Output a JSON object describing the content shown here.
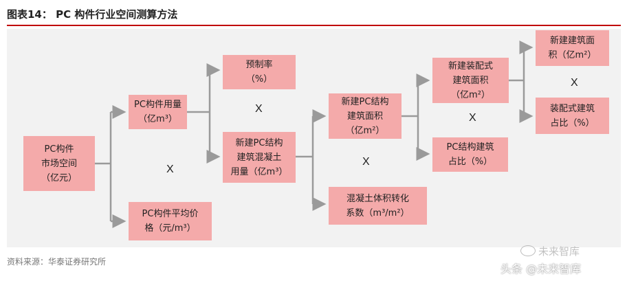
{
  "title": "图表14：  PC 构件行业空间测算方法",
  "source": "资料来源：华泰证券研究所",
  "watermark": {
    "brand": "未来智库",
    "credit": "头条 @未来智库"
  },
  "operators": {
    "multiply": "X"
  },
  "boxes": {
    "market": "PC构件\n市场空间\n（亿元）",
    "pc_usage": "PC构件用量\n（亿m³）",
    "avg_price": "PC构件平均价\n格（元/m³）",
    "prefab_rate": "预制率\n（%）",
    "concrete_usage": "新建PC结构\n建筑混凝土\n用量（亿m³）",
    "pc_area": "新建PC结构\n建筑面积\n（亿m²）",
    "conversion": "混凝土体积转化\n系数（m³/m²）",
    "prefab_area": "新建装配式\n建筑面积\n（亿m²）",
    "pc_share": "PC结构建筑\n占比（%）",
    "new_area": "新建建筑面\n积（亿m²）",
    "prefab_share": "装配式建筑\n占比（%）"
  }
}
